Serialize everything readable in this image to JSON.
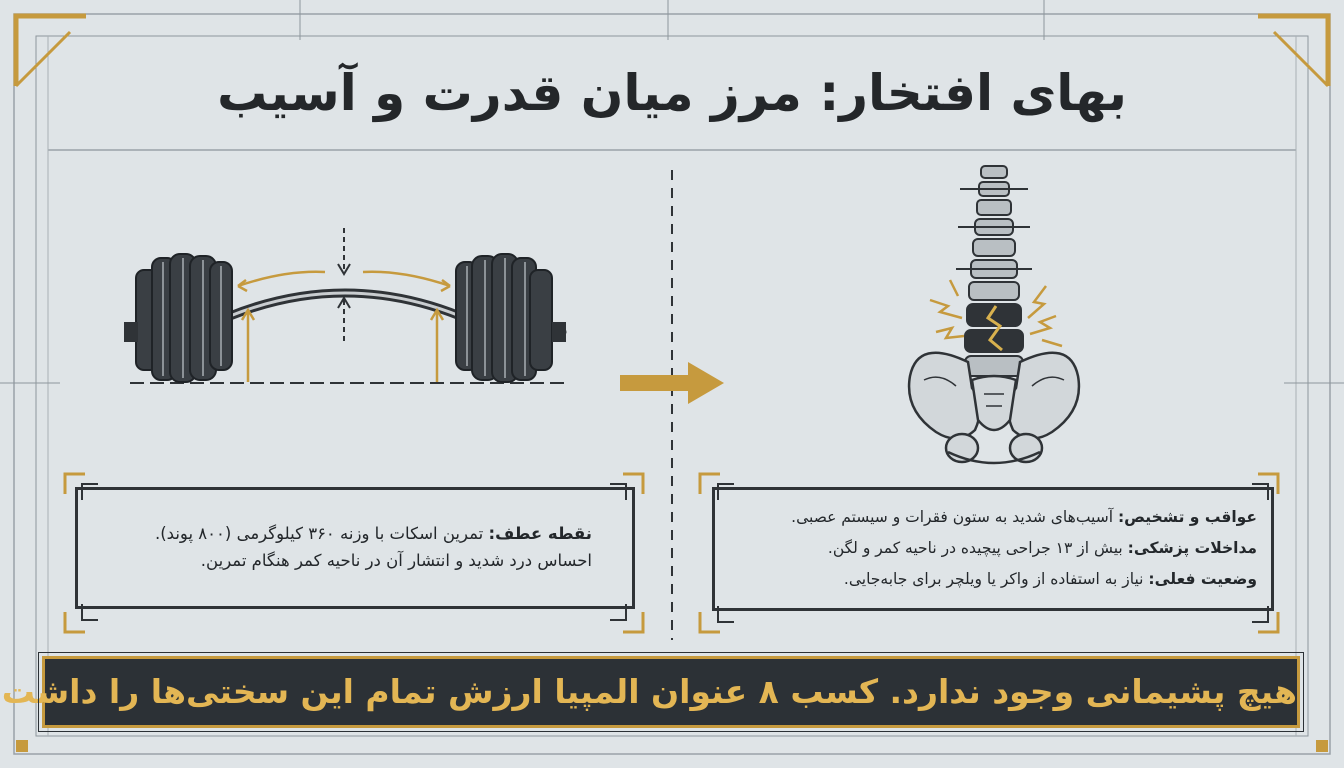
{
  "title": "بهای افتخار: مرز میان قدرت و آسیب",
  "left_panel": {
    "illustration": "barbell-bending-icon",
    "card": {
      "label": "نقطه عطف:",
      "line1_text": " تمرین اسکات با وزنه ۳۶۰ کیلوگرمی (۸۰۰ پوند).",
      "line2_text": "احساس درد شدید و انتشار آن در ناحیه کمر هنگام تمرین."
    }
  },
  "transition_icon": "arrow-right-icon",
  "right_panel": {
    "illustration": "injured-spine-pelvis-icon",
    "card": {
      "items": [
        {
          "label": "عواقب و تشخیص:",
          "text": " آسیب‌های شدید به ستون فقرات و سیستم عصبی."
        },
        {
          "label": "مداخلات پزشکی:",
          "text": " بیش از ۱۳ جراحی پیچیده در ناحیه کمر و لگن."
        },
        {
          "label": "وضعیت فعلی:",
          "text": " نیاز به استفاده از واکر یا ویلچر برای جابه‌جایی."
        }
      ]
    }
  },
  "banner": "هیچ پشیمانی وجود ندارد. کسب ۸ عنوان المپیا ارزش تمام این سختی‌ها را داشت.",
  "colors": {
    "background": "#dfe4e7",
    "ink": "#24272a",
    "gold": "#c69a3e",
    "banner_bg": "#2c3136",
    "banner_text": "#e3b654"
  }
}
